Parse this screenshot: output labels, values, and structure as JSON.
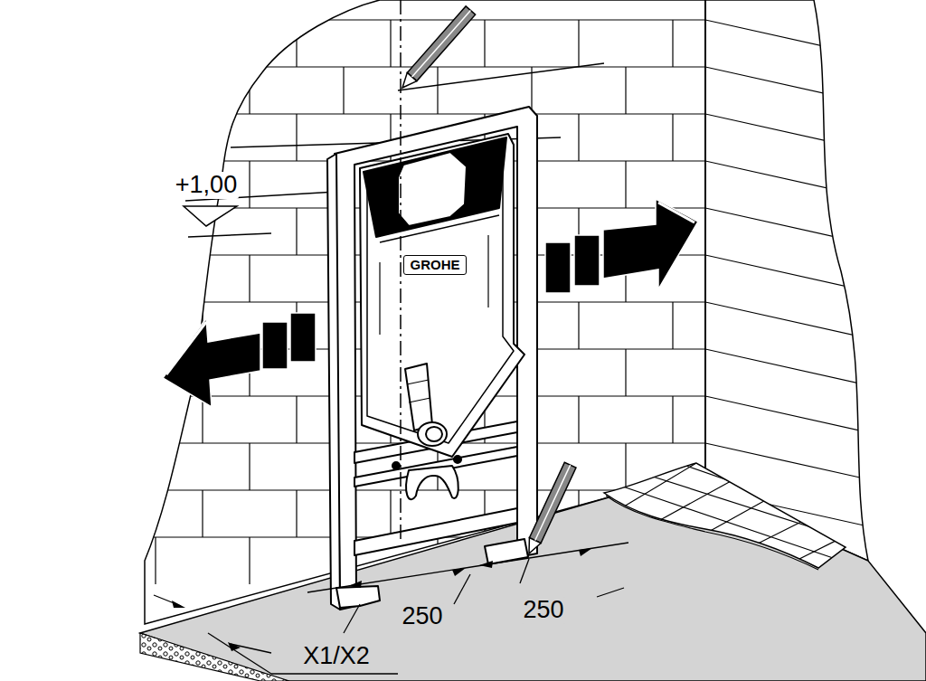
{
  "diagram": {
    "labels": [
      "+1,00",
      "GROHE",
      "250",
      "250",
      "X1/X2"
    ]
  }
}
